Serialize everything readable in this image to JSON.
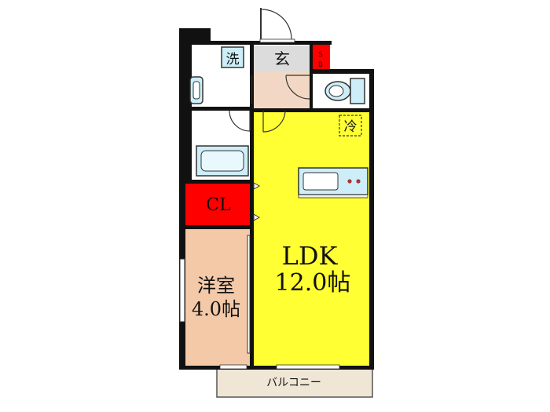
{
  "rooms": {
    "ldk_name": "LDK",
    "ldk_size": "12.0帖",
    "western_name": "洋室",
    "western_size": "4.0帖",
    "closet": "CL",
    "entrance": "玄",
    "shoe_box_top": "S",
    "shoe_box_bottom": "B",
    "washer": "洗",
    "fridge": "冷",
    "balcony": "バルコニー"
  },
  "colors": {
    "ldk": "#ffff33",
    "western": "#f3c9a8",
    "closet": "#ff0000",
    "wet_area": "#ffffff",
    "fixture": "#cdeef9",
    "entrance": "#dcdcdc",
    "balcony": "#f0e6d6"
  }
}
